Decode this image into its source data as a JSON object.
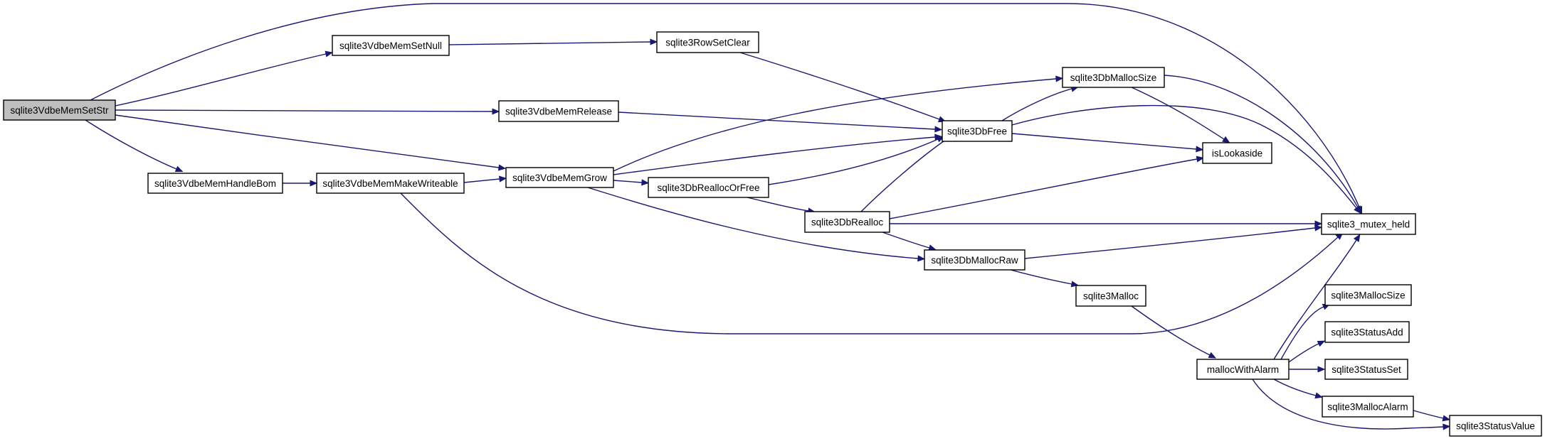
{
  "diagram": {
    "colors": {
      "edge": "#191970",
      "node_fill": "#ffffff",
      "root_fill": "#bfbfbf",
      "border": "#000000"
    },
    "nodes": [
      {
        "id": "sqlite3VdbeMemSetStr",
        "label": "sqlite3VdbeMemSetStr",
        "root": true
      },
      {
        "id": "sqlite3VdbeMemSetNull",
        "label": "sqlite3VdbeMemSetNull"
      },
      {
        "id": "sqlite3RowSetClear",
        "label": "sqlite3RowSetClear"
      },
      {
        "id": "sqlite3VdbeMemRelease",
        "label": "sqlite3VdbeMemRelease"
      },
      {
        "id": "sqlite3VdbeMemHandleBom",
        "label": "sqlite3VdbeMemHandleBom"
      },
      {
        "id": "sqlite3VdbeMemMakeWriteable",
        "label": "sqlite3VdbeMemMakeWriteable"
      },
      {
        "id": "sqlite3VdbeMemGrow",
        "label": "sqlite3VdbeMemGrow"
      },
      {
        "id": "sqlite3DbReallocOrFree",
        "label": "sqlite3DbReallocOrFree"
      },
      {
        "id": "sqlite3DbRealloc",
        "label": "sqlite3DbRealloc"
      },
      {
        "id": "sqlite3DbMallocSize",
        "label": "sqlite3DbMallocSize"
      },
      {
        "id": "sqlite3DbFree",
        "label": "sqlite3DbFree"
      },
      {
        "id": "isLookaside",
        "label": "isLookaside"
      },
      {
        "id": "sqlite3DbMallocRaw",
        "label": "sqlite3DbMallocRaw"
      },
      {
        "id": "sqlite3Malloc",
        "label": "sqlite3Malloc"
      },
      {
        "id": "mallocWithAlarm",
        "label": "mallocWithAlarm"
      },
      {
        "id": "sqlite3_mutex_held",
        "label": "sqlite3_mutex_held"
      },
      {
        "id": "sqlite3MallocSize",
        "label": "sqlite3MallocSize"
      },
      {
        "id": "sqlite3StatusAdd",
        "label": "sqlite3StatusAdd"
      },
      {
        "id": "sqlite3StatusSet",
        "label": "sqlite3StatusSet"
      },
      {
        "id": "sqlite3MallocAlarm",
        "label": "sqlite3MallocAlarm"
      },
      {
        "id": "sqlite3StatusValue",
        "label": "sqlite3StatusValue"
      }
    ],
    "edges": [
      {
        "from": "sqlite3VdbeMemSetStr",
        "to": "sqlite3_mutex_held"
      },
      {
        "from": "sqlite3VdbeMemSetStr",
        "to": "sqlite3VdbeMemSetNull"
      },
      {
        "from": "sqlite3VdbeMemSetStr",
        "to": "sqlite3VdbeMemRelease"
      },
      {
        "from": "sqlite3VdbeMemSetStr",
        "to": "sqlite3VdbeMemGrow"
      },
      {
        "from": "sqlite3VdbeMemSetStr",
        "to": "sqlite3VdbeMemHandleBom"
      },
      {
        "from": "sqlite3VdbeMemSetNull",
        "to": "sqlite3RowSetClear"
      },
      {
        "from": "sqlite3RowSetClear",
        "to": "sqlite3DbFree"
      },
      {
        "from": "sqlite3VdbeMemRelease",
        "to": "sqlite3DbFree"
      },
      {
        "from": "sqlite3VdbeMemHandleBom",
        "to": "sqlite3VdbeMemMakeWriteable"
      },
      {
        "from": "sqlite3VdbeMemMakeWriteable",
        "to": "sqlite3VdbeMemGrow"
      },
      {
        "from": "sqlite3VdbeMemMakeWriteable",
        "to": "sqlite3_mutex_held"
      },
      {
        "from": "sqlite3VdbeMemGrow",
        "to": "sqlite3DbMallocSize"
      },
      {
        "from": "sqlite3VdbeMemGrow",
        "to": "sqlite3DbFree"
      },
      {
        "from": "sqlite3VdbeMemGrow",
        "to": "sqlite3DbReallocOrFree"
      },
      {
        "from": "sqlite3VdbeMemGrow",
        "to": "sqlite3DbMallocRaw"
      },
      {
        "from": "sqlite3DbReallocOrFree",
        "to": "sqlite3DbFree"
      },
      {
        "from": "sqlite3DbReallocOrFree",
        "to": "sqlite3DbRealloc"
      },
      {
        "from": "sqlite3DbRealloc",
        "to": "sqlite3DbFree"
      },
      {
        "from": "sqlite3DbRealloc",
        "to": "isLookaside"
      },
      {
        "from": "sqlite3DbRealloc",
        "to": "sqlite3_mutex_held"
      },
      {
        "from": "sqlite3DbRealloc",
        "to": "sqlite3DbMallocRaw"
      },
      {
        "from": "sqlite3DbFree",
        "to": "sqlite3DbMallocSize"
      },
      {
        "from": "sqlite3DbFree",
        "to": "sqlite3_mutex_held"
      },
      {
        "from": "sqlite3DbFree",
        "to": "isLookaside"
      },
      {
        "from": "sqlite3DbMallocSize",
        "to": "sqlite3_mutex_held"
      },
      {
        "from": "sqlite3DbMallocSize",
        "to": "isLookaside"
      },
      {
        "from": "sqlite3DbMallocRaw",
        "to": "sqlite3_mutex_held"
      },
      {
        "from": "sqlite3DbMallocRaw",
        "to": "sqlite3Malloc"
      },
      {
        "from": "sqlite3Malloc",
        "to": "mallocWithAlarm"
      },
      {
        "from": "mallocWithAlarm",
        "to": "sqlite3_mutex_held"
      },
      {
        "from": "mallocWithAlarm",
        "to": "sqlite3MallocSize"
      },
      {
        "from": "mallocWithAlarm",
        "to": "sqlite3StatusAdd"
      },
      {
        "from": "mallocWithAlarm",
        "to": "sqlite3StatusSet"
      },
      {
        "from": "mallocWithAlarm",
        "to": "sqlite3MallocAlarm"
      },
      {
        "from": "mallocWithAlarm",
        "to": "sqlite3StatusValue"
      },
      {
        "from": "sqlite3MallocAlarm",
        "to": "sqlite3StatusValue"
      }
    ]
  }
}
